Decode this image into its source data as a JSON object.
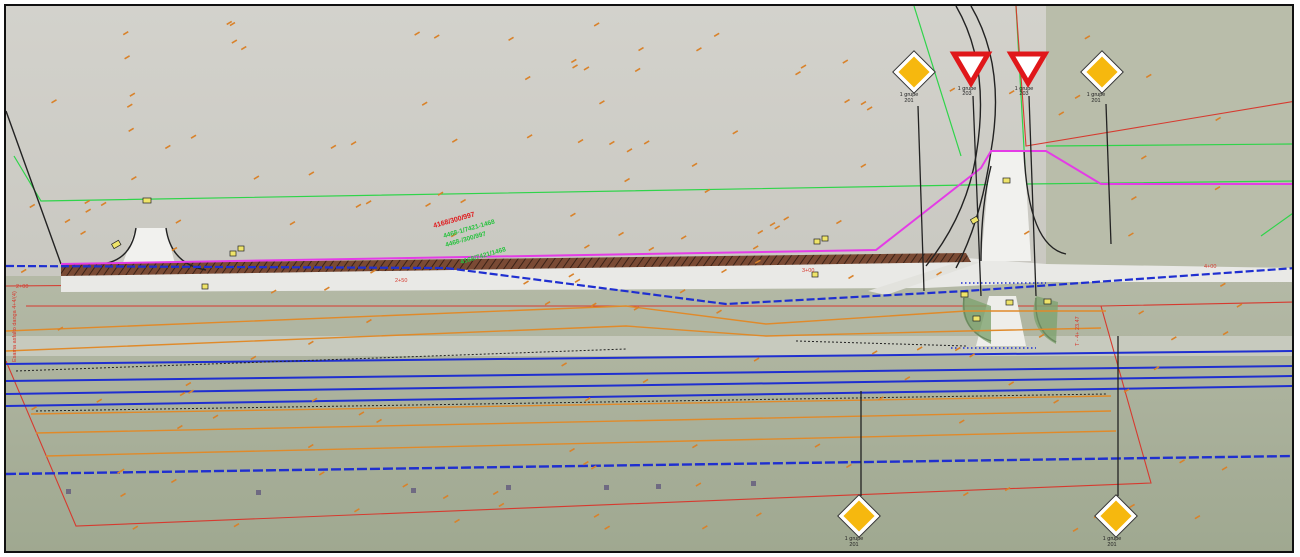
{
  "sign_caption": "1 grupe",
  "sign_code_diamond": "201",
  "sign_code_yield": "203",
  "cadastre_main": "4168/300/997",
  "cadastre_green_1": "4468-1/7421-1468",
  "cadastre_green_2": "4468-/300/997",
  "cadastre_green_3": "4168/7421/1468",
  "station_left": "2+00",
  "station_mid": "2+50",
  "station_mid2": "3+00",
  "station_right": "4+00",
  "side_label_left": "Esama asfalto danga 4+4/(4)",
  "side_label_right": "T - 4+ 23.47",
  "colors": {
    "field": "#d1d0ca",
    "meadow": "#a9b19b",
    "magenta": "#e43ce6",
    "blue": "#1f2fd0",
    "orange": "#e08a2a",
    "red": "#d63a2f",
    "green": "#2fd44a",
    "diamond_yellow": "#f6b80e",
    "yield_red": "#e0171a"
  }
}
